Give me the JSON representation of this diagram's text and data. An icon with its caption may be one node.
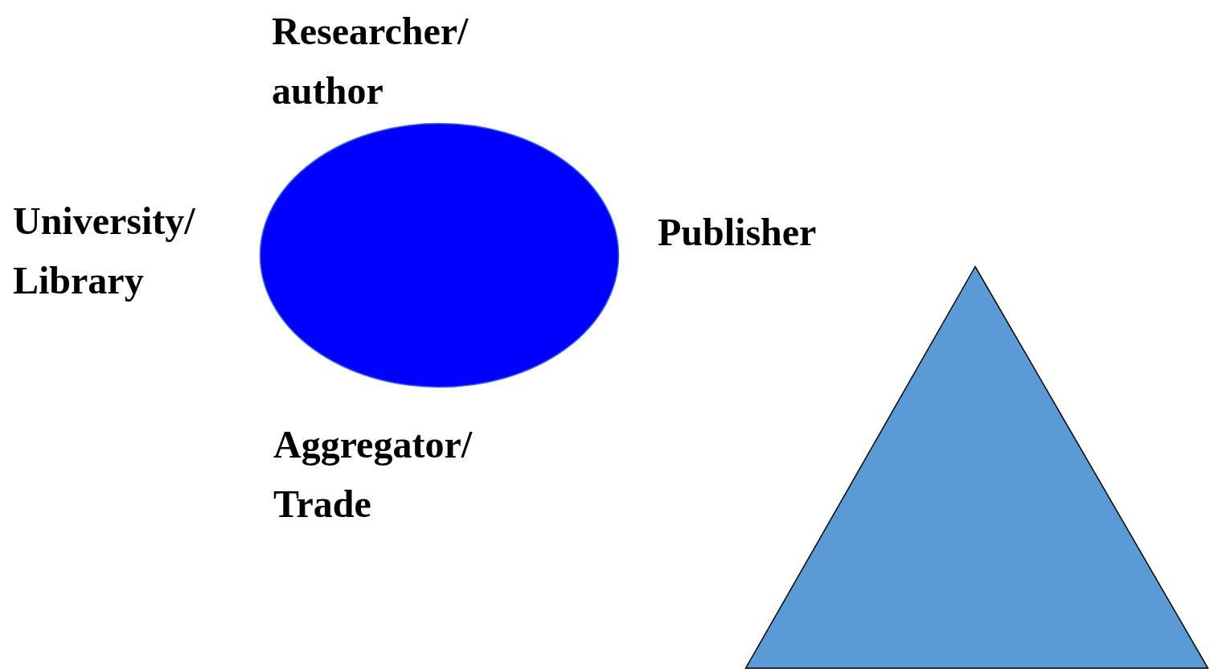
{
  "diagram": {
    "nodes": [
      {
        "text": [],
        "shape": "ellipse"
      },
      {
        "text": [],
        "shape": "triangle"
      }
    ],
    "labels": [
      "Researcher/ author",
      "University/ Library",
      "Publisher",
      "Aggregator/ Trade"
    ]
  }
}
